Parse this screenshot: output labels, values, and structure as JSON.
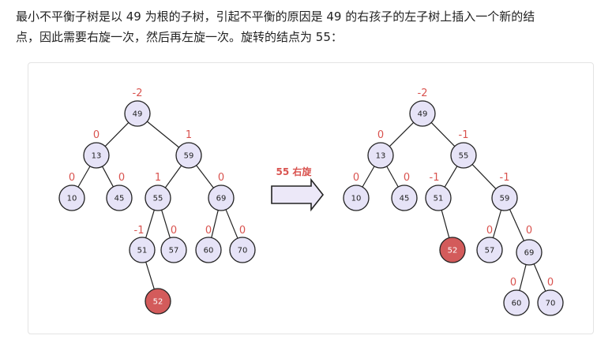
{
  "text": {
    "line1": "最小不平衡子树是以 49 为根的子树，引起不平衡的原因是 49 的右孩子的左子树上插入一个新的结",
    "line2": "点，因此需要右旋一次，然后再左旋一次。旋转的结点为 55："
  },
  "arrow_label": "55 右旋",
  "colors": {
    "node_fill": "#e6e3f7",
    "new_node_fill": "#d35b5b",
    "balance_factor": "#d9534f",
    "edge": "#222222",
    "arrow_fill": "#ece8f8"
  },
  "trees": {
    "before": {
      "nodes": [
        {
          "id": "b49",
          "value": "49",
          "bf": "-2"
        },
        {
          "id": "b13",
          "value": "13",
          "bf": "0"
        },
        {
          "id": "b59",
          "value": "59",
          "bf": "1"
        },
        {
          "id": "b10",
          "value": "10",
          "bf": "0"
        },
        {
          "id": "b45",
          "value": "45",
          "bf": "0"
        },
        {
          "id": "b55",
          "value": "55",
          "bf": "1"
        },
        {
          "id": "b69",
          "value": "69",
          "bf": "0"
        },
        {
          "id": "b51",
          "value": "51",
          "bf": "-1"
        },
        {
          "id": "b57",
          "value": "57",
          "bf": "0"
        },
        {
          "id": "b60",
          "value": "60",
          "bf": "0"
        },
        {
          "id": "b70",
          "value": "70",
          "bf": "0"
        },
        {
          "id": "b52",
          "value": "52",
          "bf": "",
          "new": true
        }
      ],
      "edges": [
        [
          "b49",
          "b13"
        ],
        [
          "b49",
          "b59"
        ],
        [
          "b13",
          "b10"
        ],
        [
          "b13",
          "b45"
        ],
        [
          "b59",
          "b55"
        ],
        [
          "b59",
          "b69"
        ],
        [
          "b55",
          "b51"
        ],
        [
          "b55",
          "b57"
        ],
        [
          "b69",
          "b60"
        ],
        [
          "b69",
          "b70"
        ],
        [
          "b51",
          "b52"
        ]
      ]
    },
    "after": {
      "nodes": [
        {
          "id": "a49",
          "value": "49",
          "bf": "-2"
        },
        {
          "id": "a13",
          "value": "13",
          "bf": "0"
        },
        {
          "id": "a55",
          "value": "55",
          "bf": "-1"
        },
        {
          "id": "a10",
          "value": "10",
          "bf": "0"
        },
        {
          "id": "a45",
          "value": "45",
          "bf": "0"
        },
        {
          "id": "a51",
          "value": "51",
          "bf": "-1"
        },
        {
          "id": "a59",
          "value": "59",
          "bf": "-1"
        },
        {
          "id": "a52",
          "value": "52",
          "bf": "",
          "new": true
        },
        {
          "id": "a57",
          "value": "57",
          "bf": "0"
        },
        {
          "id": "a69",
          "value": "69",
          "bf": "0"
        },
        {
          "id": "a60",
          "value": "60",
          "bf": "0"
        },
        {
          "id": "a70",
          "value": "70",
          "bf": "0"
        }
      ],
      "edges": [
        [
          "a49",
          "a13"
        ],
        [
          "a49",
          "a55"
        ],
        [
          "a13",
          "a10"
        ],
        [
          "a13",
          "a45"
        ],
        [
          "a55",
          "a51"
        ],
        [
          "a55",
          "a59"
        ],
        [
          "a51",
          "a52"
        ],
        [
          "a59",
          "a57"
        ],
        [
          "a59",
          "a69"
        ],
        [
          "a69",
          "a60"
        ],
        [
          "a69",
          "a70"
        ]
      ]
    }
  }
}
